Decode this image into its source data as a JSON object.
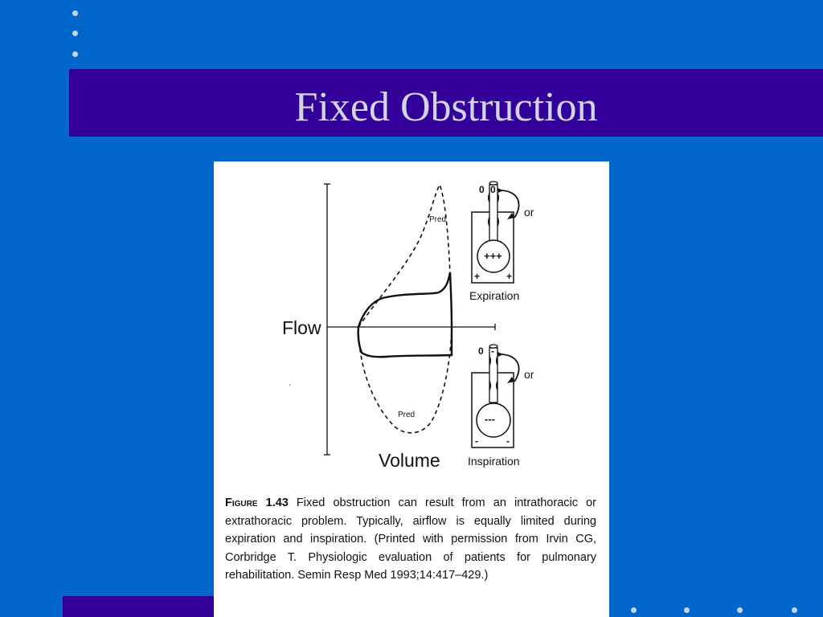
{
  "slide": {
    "title": "Fixed Obstruction",
    "colors": {
      "background": "#0066cc",
      "title_bar": "#330099",
      "title_text": "#d4d4e8",
      "dots": "#c8d3e8"
    }
  },
  "figure": {
    "labels": {
      "flow": "Flow",
      "volume": "Volume",
      "pred_top": "Pred",
      "pred_bottom": "Pred",
      "expiration": "Expiration",
      "inspiration": "Inspiration",
      "or_top": "or",
      "or_bottom": "or",
      "pressure_positive": "+++",
      "pressure_negative": "---",
      "zero": "0",
      "plus": "+",
      "minus": "-"
    },
    "caption": {
      "label": "Figure 1.43",
      "text": "Fixed obstruction can result from an intrathoracic or extrathoracic problem. Typically, airflow is equally limited during expiration and inspiration. (Printed with permission from Irvin CG, Corbridge T. Physiologic evaluation of patients for pulmonary rehabilitation. Semin Resp Med 1993;14:417–429.)"
    }
  }
}
